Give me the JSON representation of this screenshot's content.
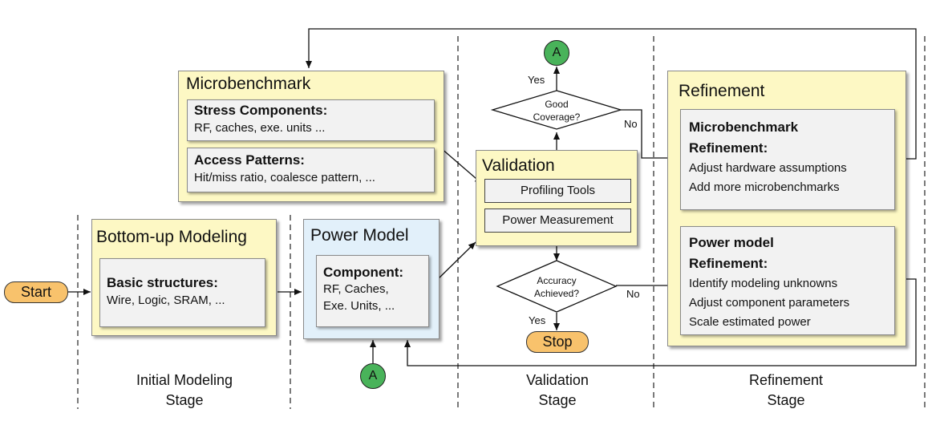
{
  "microbenchmark": {
    "title": "Microbenchmark",
    "stress": {
      "header": "Stress Components:",
      "text": "RF, caches, exe. units ..."
    },
    "access": {
      "header": "Access Patterns:",
      "text": "Hit/miss ratio, coalesce pattern, ..."
    }
  },
  "bottom_up": {
    "title": "Bottom-up Modeling",
    "header": "Basic structures:",
    "text": "Wire, Logic, SRAM, ..."
  },
  "power_model": {
    "title": "Power Model",
    "header": "Component:",
    "lines": [
      "RF, Caches,",
      "Exe. Units, ..."
    ]
  },
  "validation": {
    "title": "Validation",
    "tools": [
      "Profiling Tools",
      "Power Measurement"
    ]
  },
  "decisions": {
    "coverage": {
      "lines": [
        "Good",
        "Coverage?"
      ],
      "yes": "Yes",
      "no": "No"
    },
    "accuracy": {
      "lines": [
        "Accuracy",
        "Achieved?"
      ],
      "yes": "Yes",
      "no": "No"
    }
  },
  "refinement": {
    "title": "Refinement",
    "micro": {
      "headers": [
        "Microbenchmark",
        "Refinement:"
      ],
      "lines": [
        "Adjust hardware assumptions",
        "Add more microbenchmarks"
      ]
    },
    "power": {
      "headers": [
        "Power model",
        "Refinement:"
      ],
      "lines": [
        "Identify modeling unknowns",
        "Adjust component parameters",
        "Scale estimated power"
      ]
    }
  },
  "terminals": {
    "start": "Start",
    "stop": "Stop"
  },
  "connectors": {
    "label": "A"
  },
  "stages": {
    "initial": [
      "Initial Modeling",
      "Stage"
    ],
    "validation": [
      "Validation",
      "Stage"
    ],
    "refinement": [
      "Refinement",
      "Stage"
    ]
  },
  "colors": {
    "stage_box": "#fdf8c4",
    "power_model_box": "#e2f0fa",
    "inner_box": "#f2f2f2",
    "terminal": "#f8c26c",
    "connector": "#49b35a"
  }
}
